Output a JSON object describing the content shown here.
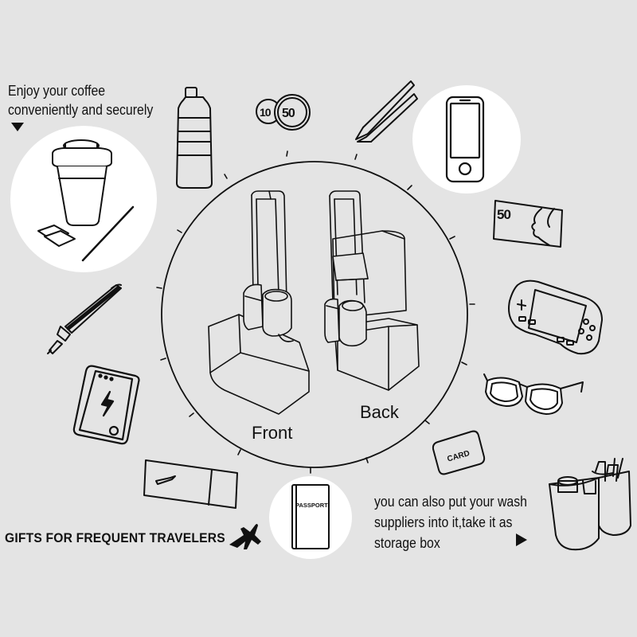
{
  "captions": {
    "coffee_line1": "Enjoy your coffee",
    "coffee_line2": "conveniently and securely",
    "front": "Front",
    "back": "Back",
    "gifts": "GIFTS FOR FREQUENT TRAVELERS",
    "wash_line1": "you can also put your wash",
    "wash_line2": "suppliers into it,take it as",
    "wash_line3": "storage box"
  },
  "item_labels": {
    "coin_left": "10",
    "coin_right": "50",
    "banknote": "50",
    "card": "CARD",
    "passport": "PASSPORT"
  },
  "colors": {
    "background": "#e4e4e4",
    "line": "#111111",
    "fill_white": "#ffffff"
  },
  "icons": [
    "pointer-triangle-icon",
    "airplane-icon"
  ]
}
